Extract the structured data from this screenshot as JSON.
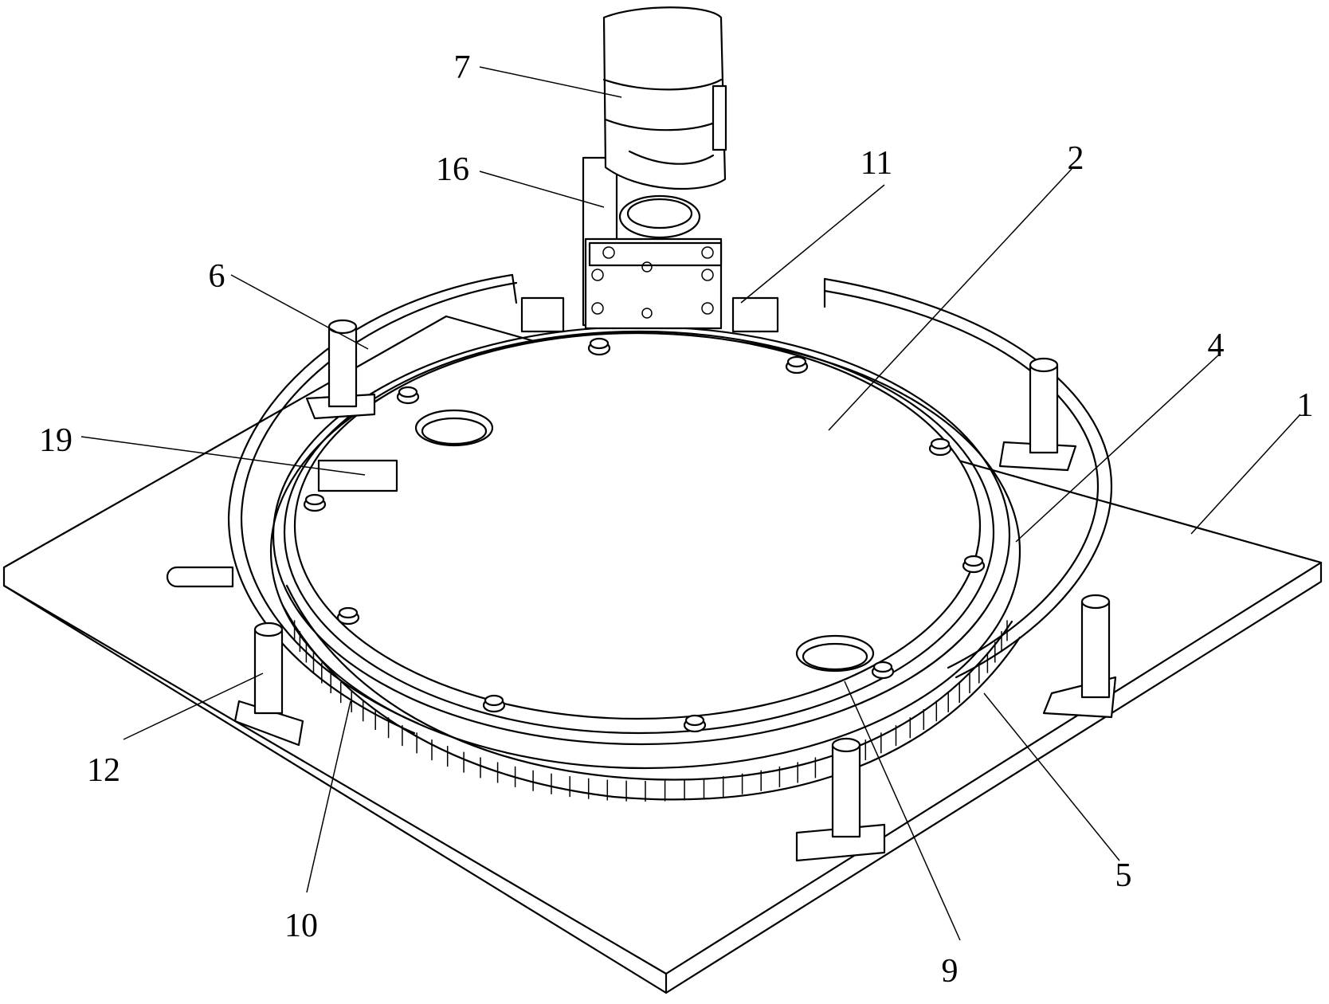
{
  "labels": [
    "7",
    "16",
    "11",
    "2",
    "6",
    "4",
    "1",
    "19",
    "12",
    "10",
    "9",
    "5"
  ]
}
